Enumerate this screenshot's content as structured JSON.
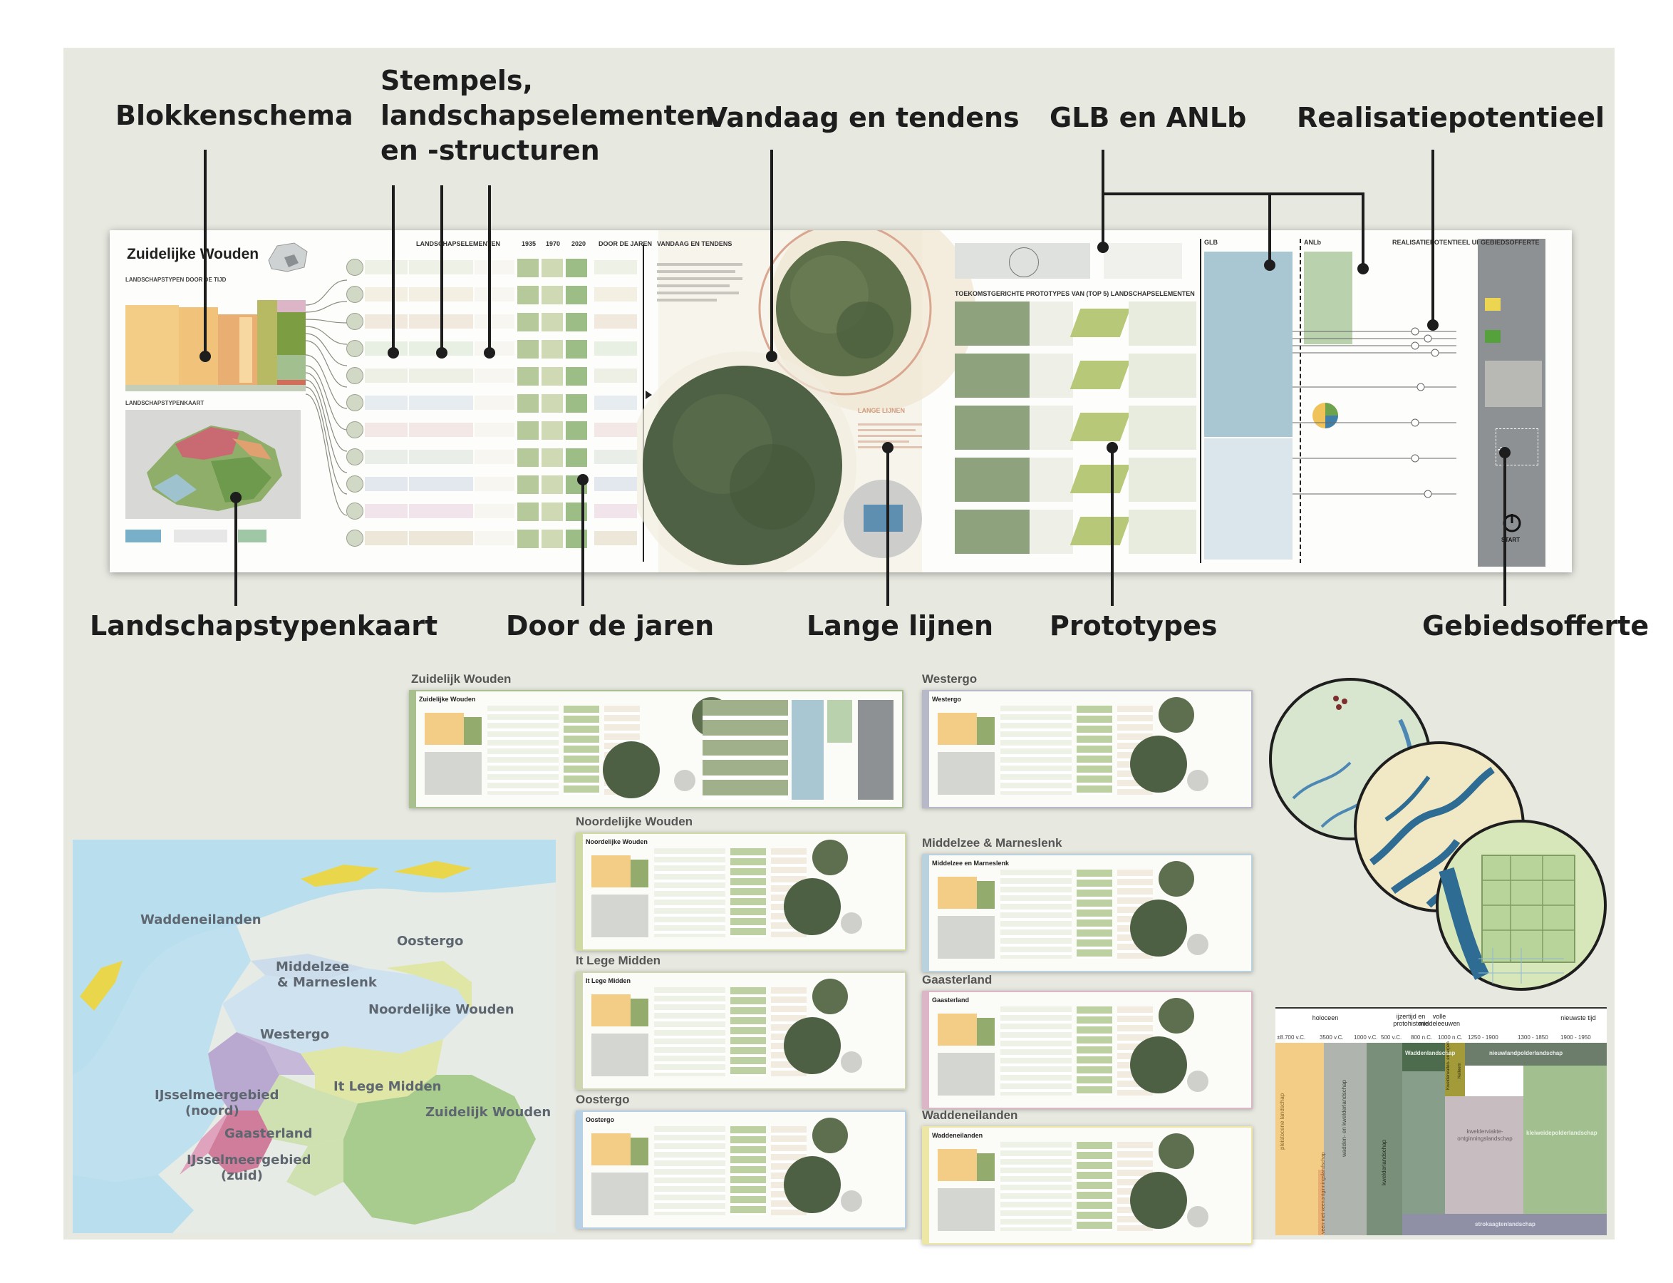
{
  "callouts": {
    "blokkenschema": "Blokkenschema",
    "stempels_l1": "Stempels,",
    "stempels_l2": "landschapselementen",
    "stempels_l3": "en -structuren",
    "vandaag": "Vandaag en tendens",
    "glb": "GLB en ANLb",
    "realisatie": "Realisatiepotentieel",
    "kaart": "Landschapstypenkaart",
    "jaren": "Door de jaren",
    "lange": "Lange lijnen",
    "prototypes": "Prototypes",
    "gebiedsofferte": "Gebiedsofferte"
  },
  "poster": {
    "title": "Zuidelijke Wouden",
    "sections": {
      "landschapstypen_tijd": "LANDSCHAPSTYPEN DOOR DE TIJD",
      "landschapstypenkaart": "LANDSCHAPSTYPENKAART",
      "landschapselementen": "LANDSCHAPSELEMENTEN",
      "door_de_jaren": "DOOR DE JAREN",
      "vandaag": "VANDAAG EN TENDENS",
      "lange_lijnen": "LANGE LIJNEN",
      "prototypes": "TOEKOMSTGERICHTE PROTOTYPES VAN (TOP 5) LANDSCHAPSELEMENTEN",
      "glb": "GLB",
      "anlb": "ANLb",
      "realisatie": "REALISATIEPOTENTIEEL UIT GLB",
      "gebiedsofferte": "GEBIEDSOFFERTE"
    },
    "years": [
      "1935",
      "1970",
      "2020"
    ],
    "start": "START"
  },
  "minis": [
    {
      "label": "Zuidelijk Wouden",
      "title": "Zuidelijke Wouden",
      "accent": "#a7c08e"
    },
    {
      "label": "Westergo",
      "title": "Westergo",
      "accent": "#b7b9c9"
    },
    {
      "label": "Noordelijke Wouden",
      "title": "Noordelijke Wouden",
      "accent": "#cfd9a2"
    },
    {
      "label": "Middelzee & Marneslenk",
      "title": "Middelzee en Marneslenk",
      "accent": "#b9d2de"
    },
    {
      "label": "It Lege Midden",
      "title": "It Lege Midden",
      "accent": "#cdd6b0"
    },
    {
      "label": "Gaasterland",
      "title": "Gaasterland",
      "accent": "#dcb6c6"
    },
    {
      "label": "Oostergo",
      "title": "Oostergo",
      "accent": "#b6d1e6"
    },
    {
      "label": "Waddeneilanden",
      "title": "Waddeneilanden",
      "accent": "#ede6a4"
    }
  ],
  "map": {
    "labels": {
      "wadden": "Waddeneilanden",
      "oostergo": "Oostergo",
      "middelzee_1": "Middelzee",
      "middelzee_2": "& Marneslenk",
      "noordelijke": "Noordelijke Wouden",
      "westergo": "Westergo",
      "lege": "It Lege Midden",
      "ijssel_n1": "IJsselmeergebied",
      "ijssel_n2": "(noord)",
      "zuidelijke": "Zuidelijk Wouden",
      "gaasterland": "Gaasterland",
      "ijssel_z1": "IJsselmeergebied",
      "ijssel_z2": "(zuid)"
    }
  },
  "timeline": {
    "periods": [
      "holoceen",
      "ijzertijd en protohistorie",
      "volle middeleeuwen",
      "nieuwste tijd"
    ],
    "dates": [
      "±8.700 v.C.",
      "3500 v.C.",
      "1000 v.C.",
      "500 v.C.",
      "800 n.C.",
      "1000 n.C.",
      "1250 - 1900",
      "1300 - 1850",
      "1900 - 1950"
    ],
    "layers": [
      "pleistocene landschap",
      "veen-met-veenontginningslandschap",
      "wadden- en kwelderlandschap",
      "kwelderlandschap",
      "Waddenlandschap",
      "Kwelderwallen- en terpen",
      "Keileem",
      "nieuwlandpolderlandschap",
      "kwelderviakte-ontginningslandschap",
      "kleiweidepolderlandschap",
      "strokaagtenlandschap"
    ]
  },
  "colors": {
    "panel": "#e7e9e1",
    "pleistoceen": "#f3cd85",
    "veen": "#e9ae72",
    "kwelder": "#7a8f7a",
    "polder": "#a2c08f",
    "zee": "#b9dfee",
    "eiland": "#ead64a"
  }
}
